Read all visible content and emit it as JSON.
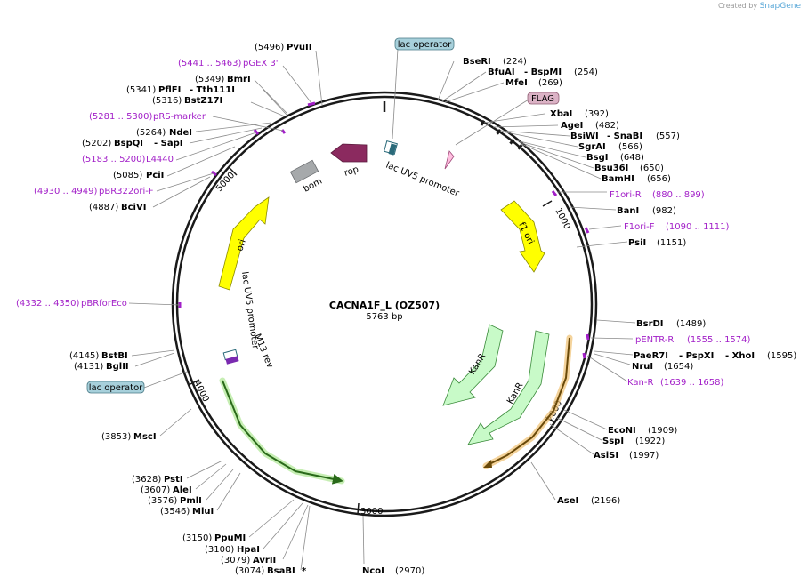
{
  "credit": {
    "prefix": "Created by",
    "brand": "SnapGene"
  },
  "plasmid": {
    "name": "CACNA1F_L (OZ507)",
    "length_label": "5763 bp"
  },
  "ticks": [
    "1000",
    "2000",
    "3000",
    "4000",
    "5000"
  ],
  "features": {
    "lac_operator_top": "lac operator",
    "lac_operator_left": "lac operator",
    "flag": "FLAG",
    "lac_uv5_top": "lac UV5 promoter",
    "lac_uv5_left": "lac UV5 promoter",
    "m13_rev": "M13 rev",
    "rop": "rop",
    "bom": "bom",
    "ori": "ori",
    "f1_ori": "f1 ori",
    "kanr_1": "KanR",
    "kanr_2": "KanR"
  },
  "sites": {
    "pvuii": {
      "name": "PvuII",
      "pos": "(5496)"
    },
    "bmri": {
      "name": "BmrI",
      "pos": "(5349)"
    },
    "pflfi": {
      "name": "PflFI",
      "pos": "(5341)",
      "alt": "- Tth111I"
    },
    "bstz17i": {
      "name": "BstZ17I",
      "pos": "(5316)"
    },
    "ndei": {
      "name": "NdeI",
      "pos": "(5264)"
    },
    "bspqi": {
      "name": "BspQI",
      "pos": "(5202)",
      "alt": "- SapI"
    },
    "pcii": {
      "name": "PciI",
      "pos": "(5085)"
    },
    "bcivi": {
      "name": "BciVI",
      "pos": "(4887)"
    },
    "bstbi": {
      "name": "BstBI",
      "pos": "(4145)"
    },
    "bglii": {
      "name": "BglII",
      "pos": "(4131)"
    },
    "msci": {
      "name": "MscI",
      "pos": "(3853)"
    },
    "psti": {
      "name": "PstI",
      "pos": "(3628)"
    },
    "alei": {
      "name": "AleI",
      "pos": "(3607)"
    },
    "pmli": {
      "name": "PmlI",
      "pos": "(3576)"
    },
    "mlui": {
      "name": "MluI",
      "pos": "(3546)"
    },
    "ppumi": {
      "name": "PpuMI",
      "pos": "(3150)"
    },
    "hpai": {
      "name": "HpaI",
      "pos": "(3100)"
    },
    "avrii": {
      "name": "AvrII",
      "pos": "(3079)"
    },
    "bsabi": {
      "name": "BsaBI",
      "pos": "(3074)",
      "mark": "*"
    },
    "ncoi": {
      "name": "NcoI",
      "pos": "(2970)"
    },
    "bseri": {
      "name": "BseRI",
      "pos": "(224)"
    },
    "bfuai": {
      "name": "BfuAI",
      "pos": "(254)",
      "alt": "- BspMI"
    },
    "mfei": {
      "name": "MfeI",
      "pos": "(269)"
    },
    "xbai": {
      "name": "XbaI",
      "pos": "(392)"
    },
    "agei": {
      "name": "AgeI",
      "pos": "(482)"
    },
    "bsiwi": {
      "name": "BsiWI",
      "pos": "(557)",
      "alt": "- SnaBI"
    },
    "sgrai": {
      "name": "SgrAI",
      "pos": "(566)"
    },
    "bsgi": {
      "name": "BsgI",
      "pos": "(648)"
    },
    "bsu36i": {
      "name": "Bsu36I",
      "pos": "(650)"
    },
    "bamhi": {
      "name": "BamHI",
      "pos": "(656)"
    },
    "bani": {
      "name": "BanI",
      "pos": "(982)"
    },
    "psii": {
      "name": "PsiI",
      "pos": "(1151)"
    },
    "bsrdi": {
      "name": "BsrDI",
      "pos": "(1489)"
    },
    "paer7i": {
      "name": "PaeR7I",
      "alt": "- PspXI",
      "alt2": "- XhoI",
      "pos": "(1595)"
    },
    "prui": {
      "name": "NruI",
      "pos": "(1654)"
    },
    "econi": {
      "name": "EcoNI",
      "pos": "(1909)"
    },
    "sspi": {
      "name": "SspI",
      "pos": "(1922)"
    },
    "asisi": {
      "name": "AsiSI",
      "pos": "(1997)"
    },
    "asei": {
      "name": "AseI",
      "pos": "(2196)"
    }
  },
  "primers": {
    "pgex3": {
      "name": "pGEX 3'",
      "range": "(5441 .. 5463)"
    },
    "prs_marker": {
      "name": "pRS-marker",
      "range": "(5281 .. 5300)"
    },
    "l4440": {
      "name": "L4440",
      "range": "(5183 .. 5200)"
    },
    "pbr322ori_f": {
      "name": "pBR322ori-F",
      "range": "(4930 .. 4949)"
    },
    "pbrforeco": {
      "name": "pBRforEco",
      "range": "(4332 .. 4350)"
    },
    "f1ori_r": {
      "name": "F1ori-R",
      "range": "(880 .. 899)"
    },
    "f1ori_f": {
      "name": "F1ori-F",
      "range": "(1090 .. 1111)"
    },
    "pentr_r": {
      "name": "pENTR-R",
      "range": "(1555 .. 1574)"
    },
    "kan_r": {
      "name": "Kan-R",
      "range": "(1639 .. 1658)"
    }
  },
  "colors": {
    "backbone": "#1a1a1a",
    "primer": "#a21fc8",
    "lac_operator": "#a7d0db",
    "flag": "#dbb2c5",
    "kanr": "#c8fac8",
    "ori": "#ffff00",
    "rop": "#8b2a5f",
    "bom": "#a6a9ab",
    "promoter": "#ffbfe0"
  }
}
